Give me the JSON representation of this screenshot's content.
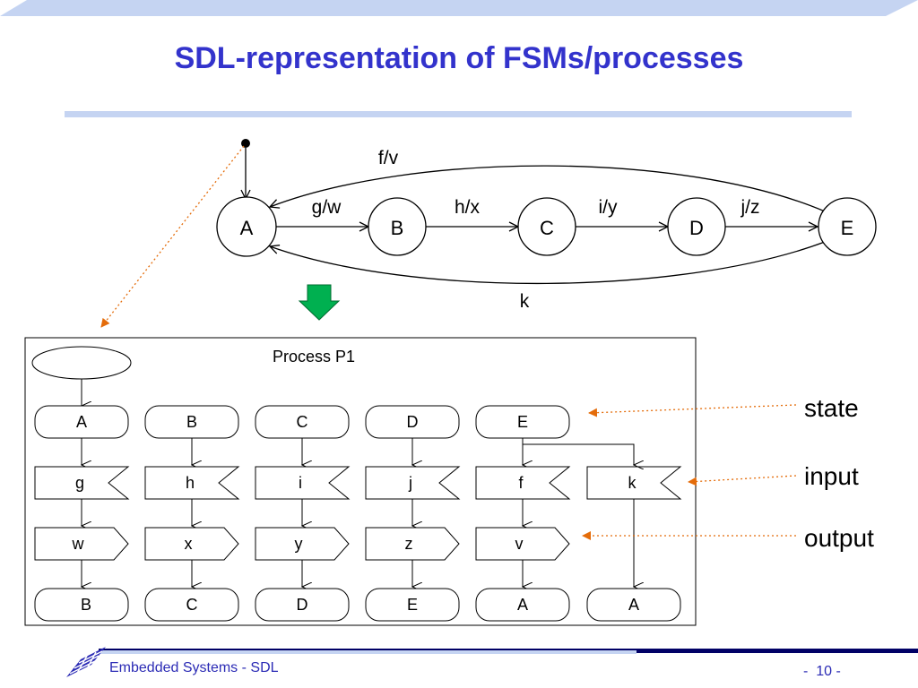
{
  "slide": {
    "title": "SDL-representation of FSMs/processes",
    "footer": "Embedded Systems - SDL",
    "page_prefix": "-",
    "page": "10",
    "page_suffix": "-"
  },
  "fsm": {
    "states": [
      "A",
      "B",
      "C",
      "D",
      "E"
    ],
    "forward_labels": [
      "g/w",
      "h/x",
      "i/y",
      "j/z"
    ],
    "back_top_label": "f/v",
    "back_bottom_label": "k"
  },
  "process": {
    "title": "Process P1",
    "columns": [
      {
        "state": "A",
        "input": "g",
        "output": "w",
        "next": "B"
      },
      {
        "state": "B",
        "input": "h",
        "output": "x",
        "next": "C"
      },
      {
        "state": "C",
        "input": "i",
        "output": "y",
        "next": "D"
      },
      {
        "state": "D",
        "input": "j",
        "output": "z",
        "next": "E"
      },
      {
        "state": "E",
        "input": "f",
        "output": "v",
        "next": "A"
      },
      {
        "state": "",
        "input": "k",
        "output": "",
        "next": "A"
      }
    ]
  },
  "legend": {
    "state": "state",
    "input": "input",
    "output": "output"
  },
  "colors": {
    "title": "#3333cc",
    "accent_band": "#c5d4f2",
    "dotted_arrow": "#e46c0a",
    "green_arrow": "#00b050",
    "footer_dark": "#000066"
  }
}
